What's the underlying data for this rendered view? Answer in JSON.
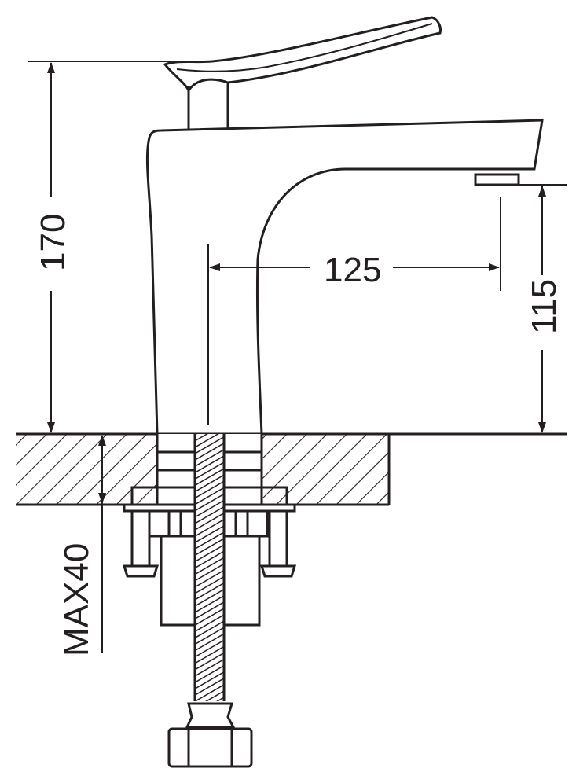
{
  "drawing": {
    "dimensions": {
      "total_height": "170",
      "spout_reach": "125",
      "spout_height": "115",
      "max_counter_thickness": "MAX40"
    },
    "colors": {
      "line": "#231f20",
      "background": "#ffffff"
    }
  }
}
